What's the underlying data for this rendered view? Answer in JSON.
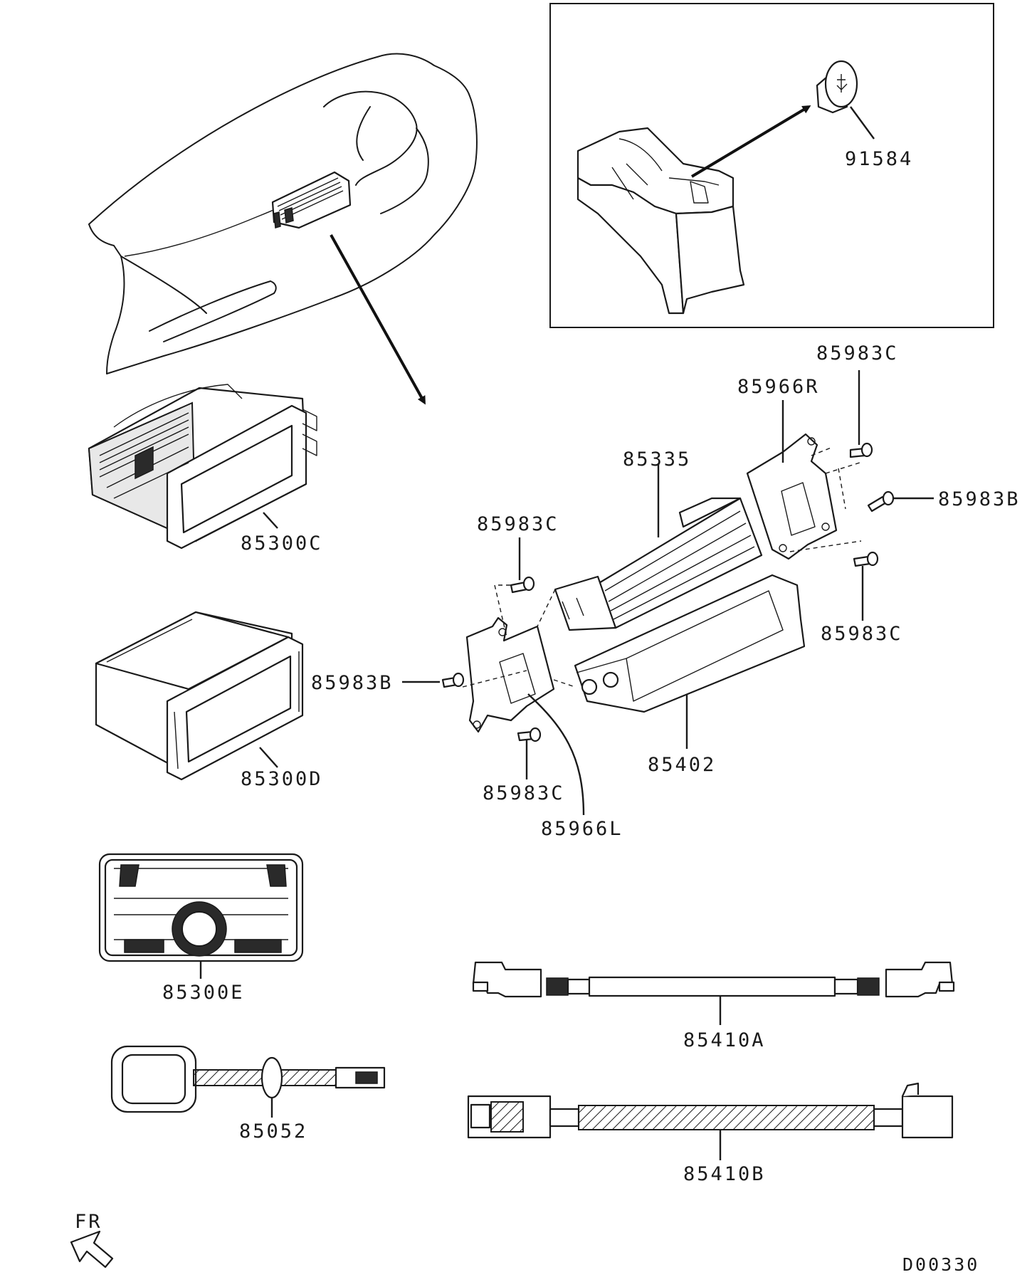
{
  "diagram_code": "D00330",
  "orientation": {
    "label": "FR",
    "icon": "front-arrow-icon"
  },
  "inset_label": "91584",
  "labels": {
    "p85300C": "85300C",
    "p85300D": "85300D",
    "p85300E": "85300E",
    "p85052": "85052",
    "p85335": "85335",
    "p85966R": "85966R",
    "p85966L": "85966L",
    "p85983C_top": "85983C",
    "p85983B_right": "85983B",
    "p85983C_right": "85983C",
    "p85983C_left": "85983C",
    "p85983B_left": "85983B",
    "p85983C_bottom": "85983C",
    "p85402": "85402",
    "p85410A": "85410A",
    "p85410B": "85410B"
  }
}
